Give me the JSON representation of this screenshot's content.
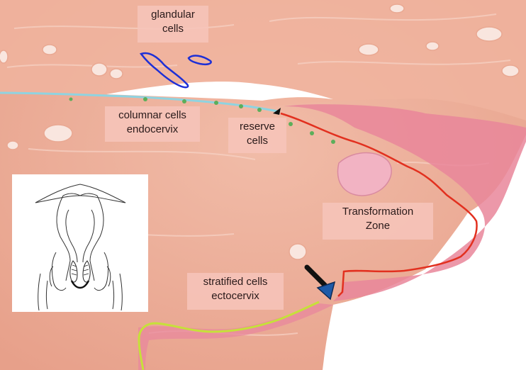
{
  "labels": {
    "glandular": [
      "glandular",
      "cells"
    ],
    "columnar": [
      "columnar cells",
      "endocervix"
    ],
    "reserve": [
      "reserve",
      "cells"
    ],
    "transformation_zone": [
      "Transformation",
      "Zone"
    ],
    "stratified": [
      "stratified cells",
      "ectocervix"
    ]
  },
  "colors": {
    "glandular_outline": "#1d2fd6",
    "columnar_line": "#8fd3e0",
    "transformation_line": "#e2301f",
    "stratified_line": "#c6e03a",
    "reserve_dots": "#5cae5a",
    "arrow": "#1e5aa8"
  },
  "icons": {
    "diagram": "uterus-cervix-line-drawing",
    "arrow": "down-right-arrow"
  }
}
